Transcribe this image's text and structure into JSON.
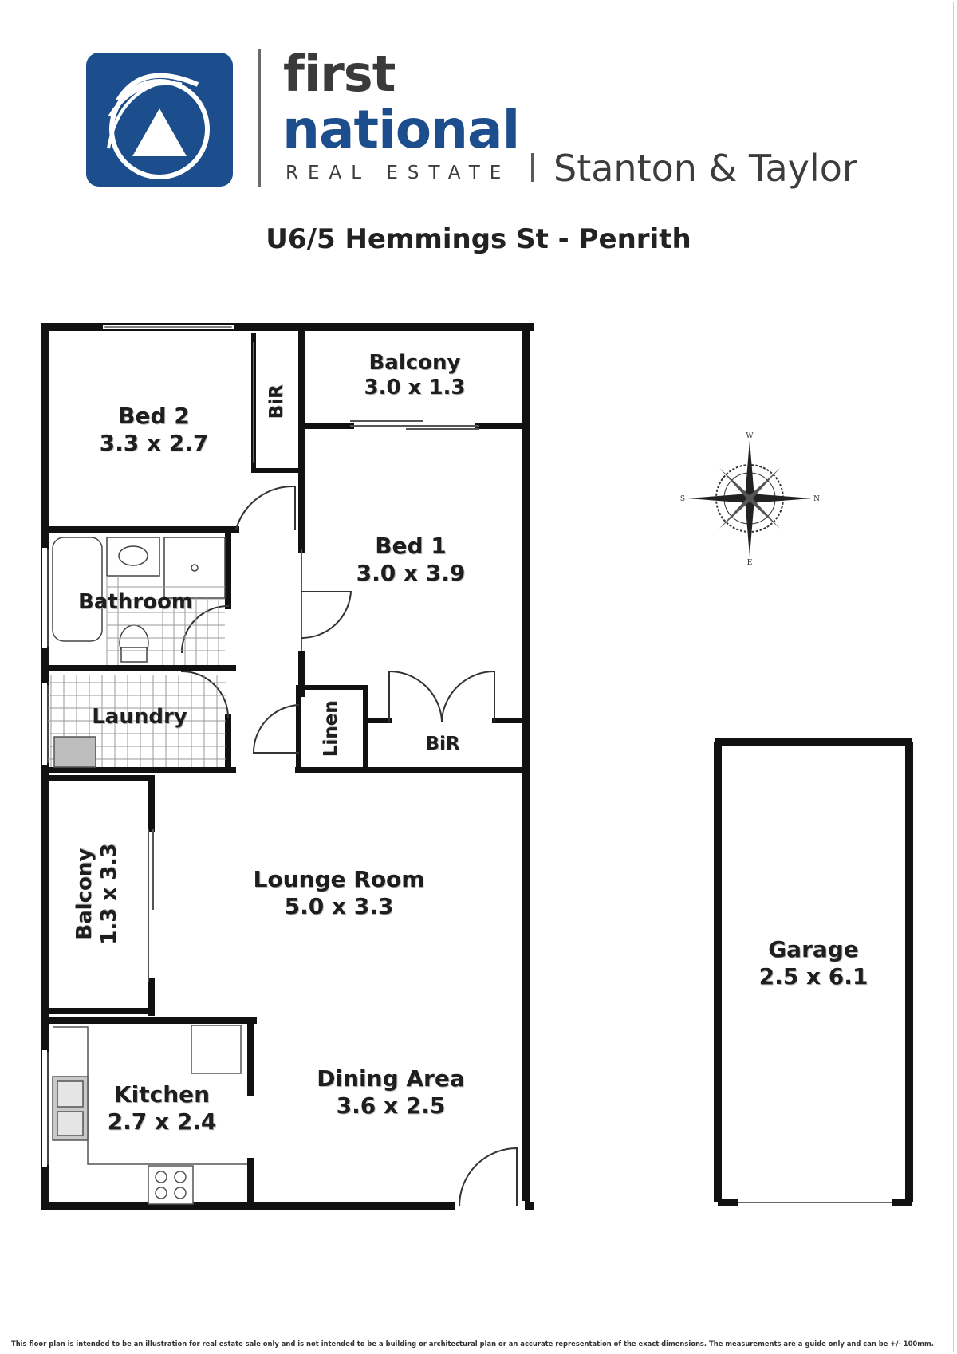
{
  "brand": {
    "line1": "first",
    "line2": "national",
    "line3": "REAL ESTATE",
    "office": "Stanton & Taylor",
    "navy": "#1c4d8c"
  },
  "address": "U6/5 Hemmings St - Penrith",
  "compass": {
    "north": "N",
    "south": "S",
    "east": "E",
    "west": "W"
  },
  "rooms": {
    "bed2": {
      "name": "Bed 2",
      "size": "3.3 x 2.7"
    },
    "bir_top": {
      "name": "BiR"
    },
    "balcony_top": {
      "name": "Balcony",
      "size": "3.0 x 1.3"
    },
    "bed1": {
      "name": "Bed 1",
      "size": "3.0 x 3.9"
    },
    "bathroom": {
      "name": "Bathroom"
    },
    "laundry": {
      "name": "Laundry"
    },
    "linen": {
      "name": "Linen"
    },
    "bir_bed1": {
      "name": "BiR"
    },
    "balcony_side": {
      "name": "Balcony",
      "size": "1.3 x 3.3"
    },
    "lounge": {
      "name": "Lounge Room",
      "size": "5.0 x 3.3"
    },
    "kitchen": {
      "name": "Kitchen",
      "size": "2.7 x 2.4"
    },
    "dining": {
      "name": "Dining Area",
      "size": "3.6 x 2.5"
    },
    "garage": {
      "name": "Garage",
      "size": "2.5 x 6.1"
    }
  },
  "disclaimer": "This floor plan is intended to be an illustration for real estate sale only and is not intended to be a building or architectural plan or an accurate representation of the exact dimensions. The measurements are a guide only and can be +/- 100mm."
}
